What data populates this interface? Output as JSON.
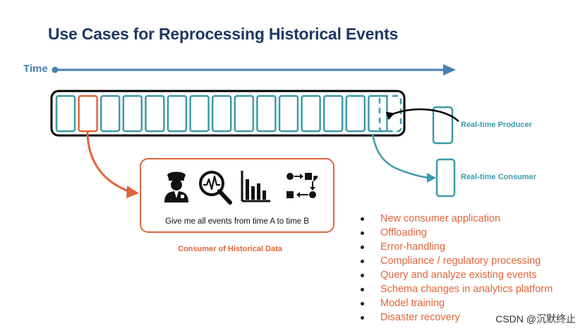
{
  "title": "Use Cases for Reprocessing Historical Events",
  "time_label": "Time",
  "labels": {
    "producer": "Real-time Producer",
    "consumer": "Real-time Consumer",
    "historical_consumer": "Consumer of Historical Data"
  },
  "consumer_box": {
    "text": "Give me all events from time A to time B",
    "icons": [
      "police-officer-icon",
      "magnifier-waveform-icon",
      "bar-chart-icon",
      "workflow-icon"
    ]
  },
  "use_cases": [
    "New consumer application",
    "Offloading",
    "Error-handling",
    "Compliance / regulatory processing",
    "Query and analyze existing events",
    "Schema changes in analytics platform",
    "Model training",
    "Disaster recovery"
  ],
  "watermark": "CSDN @沉默终止",
  "colors": {
    "title": "#1f3864",
    "time_arrow": "#4a7fb5",
    "teal": "#3d9aa8",
    "orange": "#e0643a"
  }
}
